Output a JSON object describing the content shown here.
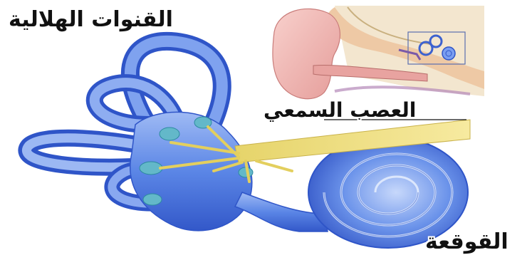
{
  "labels": {
    "semicircular_canals": "القنوات الهلالية",
    "auditory_nerve": "العصب السمعي",
    "cochlea": "القوقعة"
  },
  "colors": {
    "canal_blue": "#5b86e6",
    "canal_dark": "#2f55c8",
    "canal_light": "#a9c4f7",
    "nerve_yellow": "#f2e27a",
    "ear_pink": "#f1b7b5",
    "bone_tan": "#f6e3bd"
  }
}
